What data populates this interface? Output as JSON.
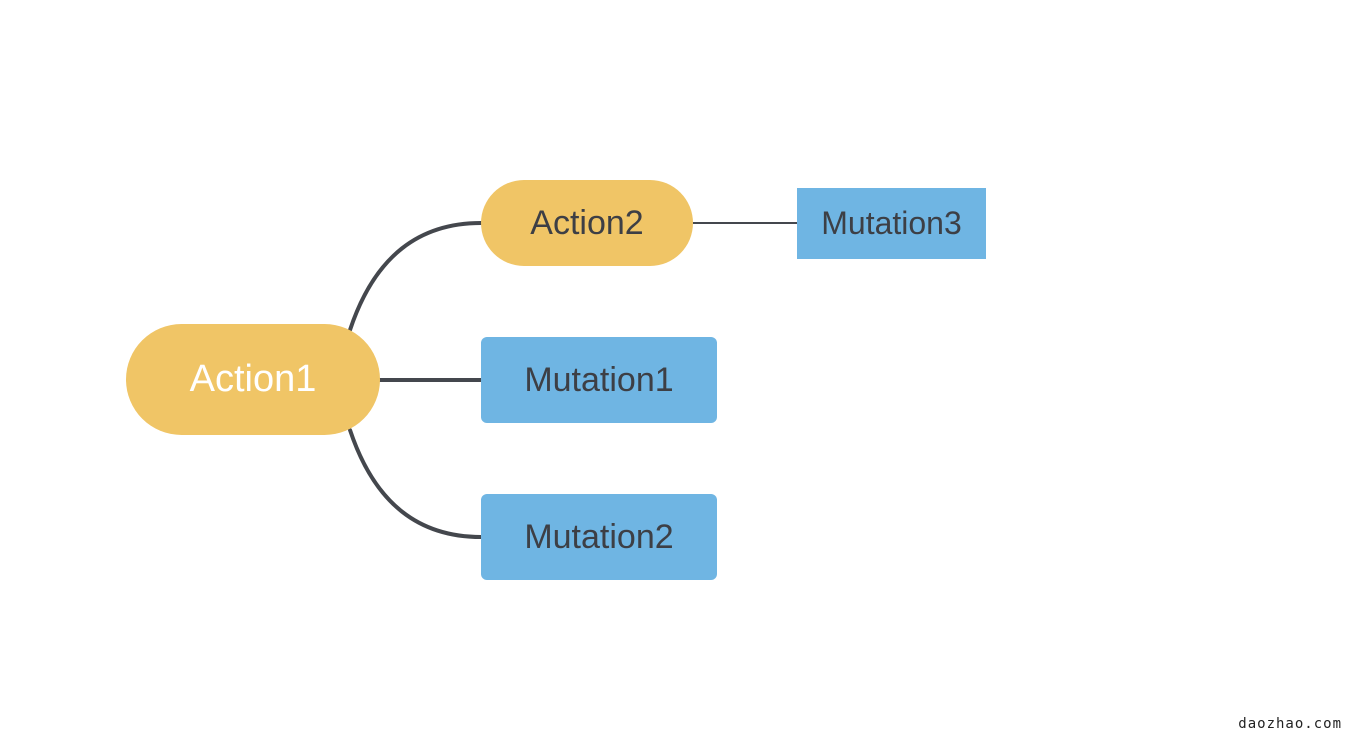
{
  "diagram": {
    "root": {
      "label": "Action1"
    },
    "children": [
      {
        "label": "Action2",
        "shape": "pill",
        "children": [
          {
            "label": "Mutation3",
            "shape": "rect"
          }
        ]
      },
      {
        "label": "Mutation1",
        "shape": "rounded-rect"
      },
      {
        "label": "Mutation2",
        "shape": "rounded-rect"
      }
    ]
  },
  "colors": {
    "action": "#f0c566",
    "mutation": "#6fb5e3",
    "connector": "#44474d",
    "root_text": "#ffffff",
    "node_text": "#3d3f45"
  },
  "watermark": "daozhao.com"
}
